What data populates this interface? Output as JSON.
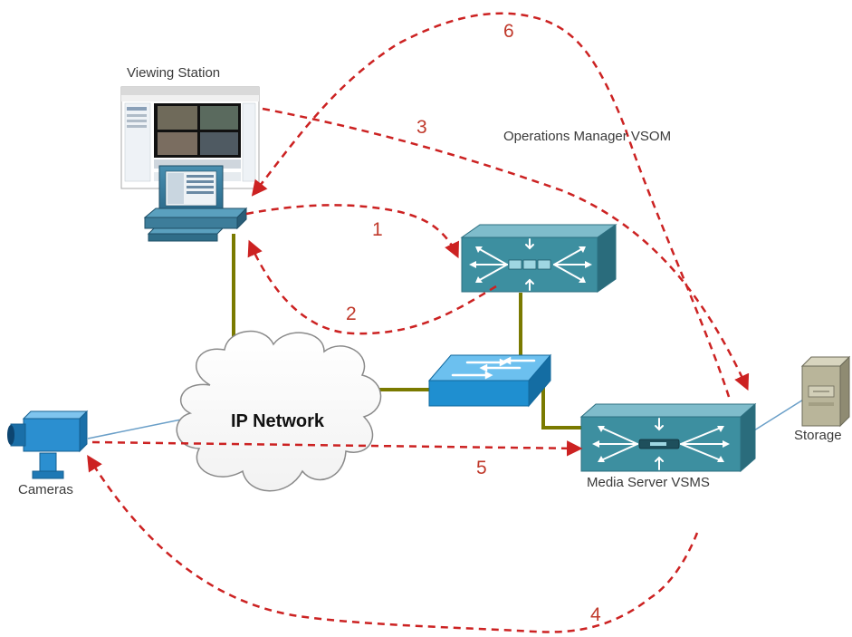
{
  "labels": {
    "viewing_station": "Viewing Station",
    "operations_manager": "Operations Manager  VSOM",
    "ip_network": "IP Network",
    "cameras": "Cameras",
    "media_server": "Media Server VSMS",
    "storage": "Storage"
  },
  "flows": [
    {
      "step": "1",
      "from": "Viewing Station",
      "to": "Operations Manager VSOM"
    },
    {
      "step": "2",
      "from": "Operations Manager VSOM",
      "to": "Viewing Station"
    },
    {
      "step": "3",
      "from": "Viewing Station",
      "to": "Media Server VSMS"
    },
    {
      "step": "4",
      "from": "Media Server VSMS",
      "to": "Cameras"
    },
    {
      "step": "5",
      "from": "Cameras",
      "to": "Media Server VSMS"
    },
    {
      "step": "6",
      "from": "Media Server VSMS",
      "to": "Viewing Station"
    }
  ],
  "colors": {
    "flow_arrow": "#cc2222",
    "step_number": "#c0392b",
    "trunk_link": "#7a7a00",
    "access_link": "#6a9fc8",
    "device_teal": "#3d8fa0",
    "switch_blue": "#1f8fd0",
    "camera_blue": "#2b8fd0",
    "storage_tan": "#b9b59a"
  }
}
